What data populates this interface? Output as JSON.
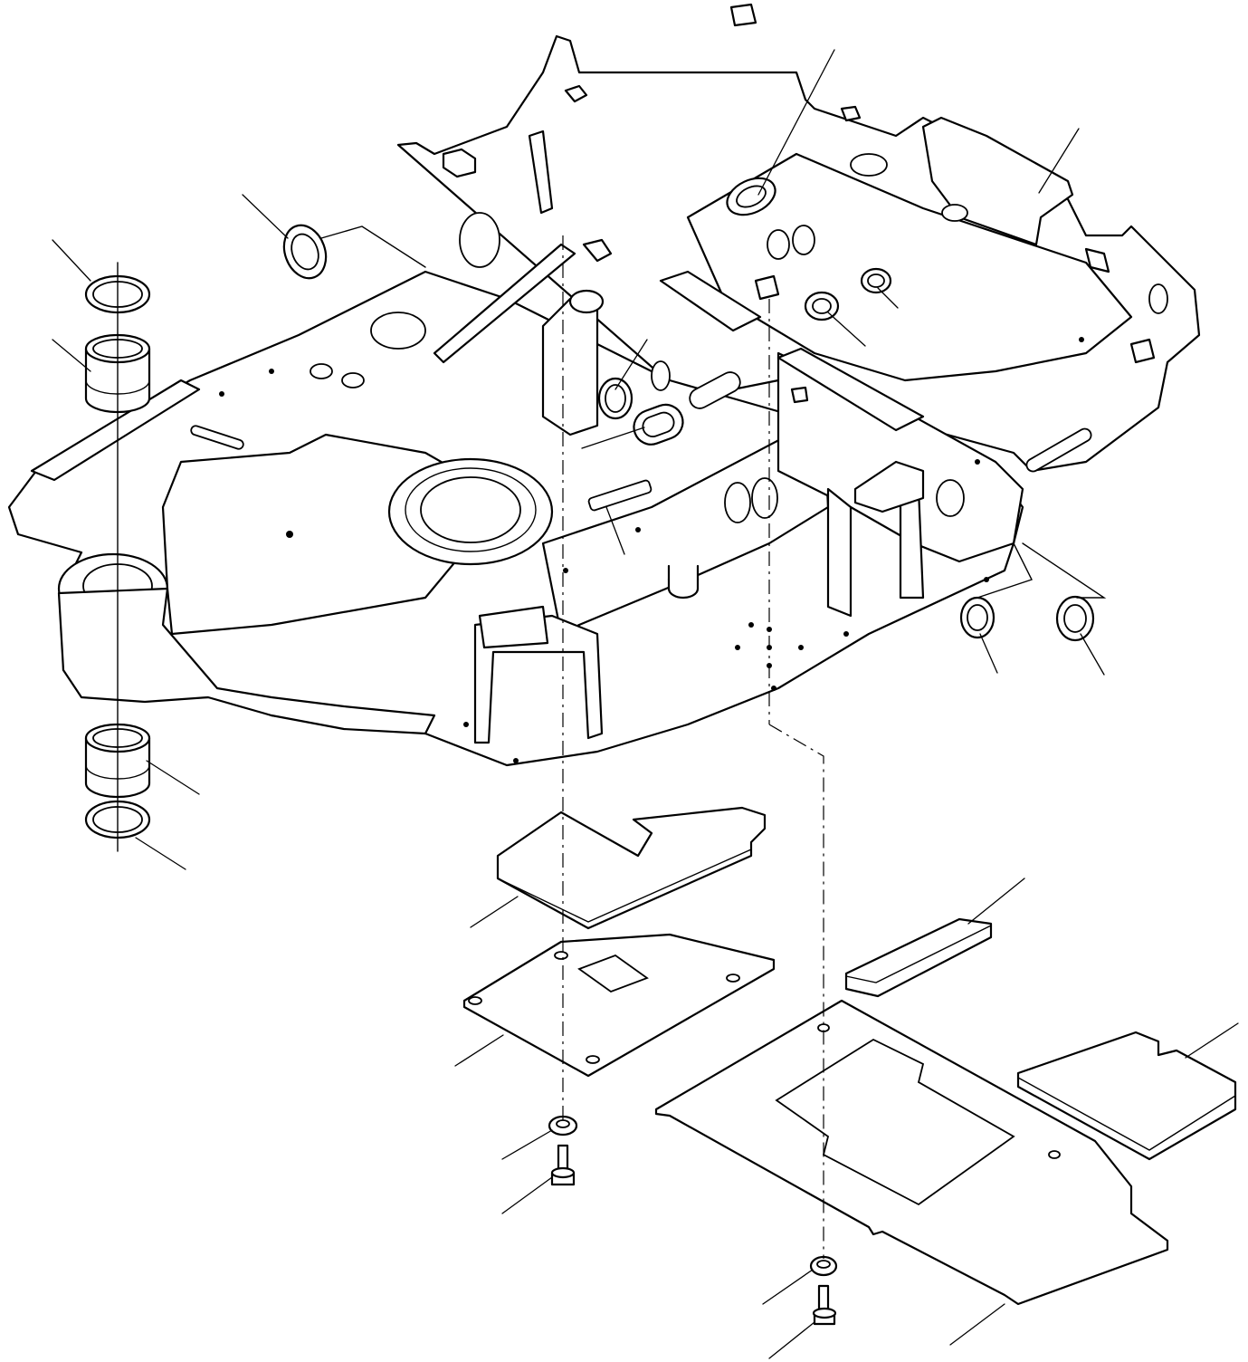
{
  "drawing": {
    "colors": {
      "line": "#000000",
      "paper": "#ffffff"
    },
    "callout_count": 21,
    "callouts": [
      {
        "name": "callout-top-left-washer"
      },
      {
        "name": "callout-top-left-bushing"
      },
      {
        "name": "callout-boom-grommet"
      },
      {
        "name": "callout-center-grommet"
      },
      {
        "name": "callout-rear-grommet"
      },
      {
        "name": "callout-rear-cover"
      },
      {
        "name": "callout-rear-plug-a"
      },
      {
        "name": "callout-rear-plug-b"
      },
      {
        "name": "callout-center-seal"
      },
      {
        "name": "callout-oval-grommet"
      },
      {
        "name": "callout-center-bar"
      },
      {
        "name": "callout-side-grommet-a"
      },
      {
        "name": "callout-side-grommet-b"
      },
      {
        "name": "callout-bottom-bushing"
      },
      {
        "name": "callout-bottom-washer"
      },
      {
        "name": "callout-insulation-pad"
      },
      {
        "name": "callout-under-cover-small"
      },
      {
        "name": "callout-washer-small"
      },
      {
        "name": "callout-bolt-small"
      },
      {
        "name": "callout-spacer-block"
      },
      {
        "name": "callout-side-pad"
      },
      {
        "name": "callout-washer-large"
      },
      {
        "name": "callout-bolt-large"
      },
      {
        "name": "callout-under-cover-large"
      }
    ]
  }
}
